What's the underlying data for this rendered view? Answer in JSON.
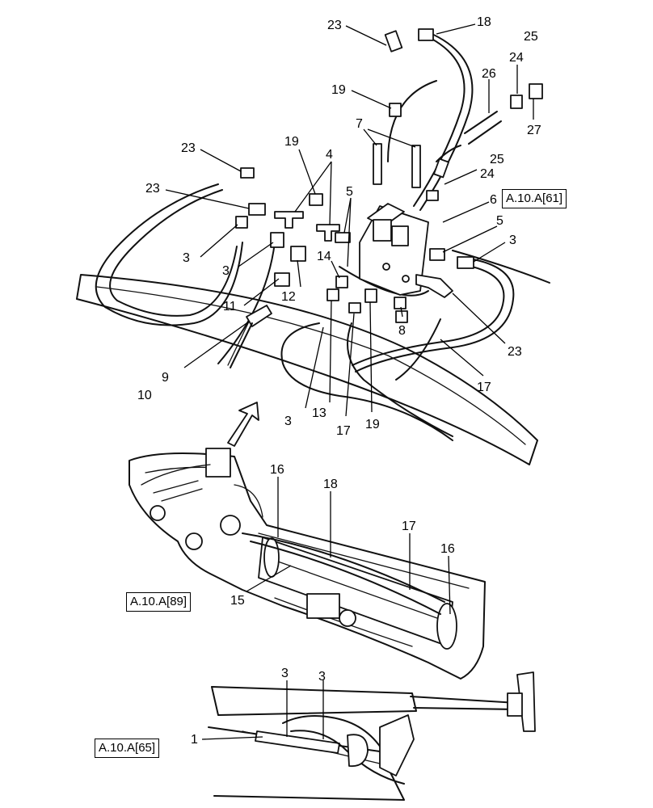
{
  "callouts": [
    {
      "id": "c23a",
      "text": "23"
    },
    {
      "id": "c18a",
      "text": "18"
    },
    {
      "id": "c25a",
      "text": "25"
    },
    {
      "id": "c24a",
      "text": "24"
    },
    {
      "id": "c26",
      "text": "26"
    },
    {
      "id": "c27",
      "text": "27"
    },
    {
      "id": "c19a",
      "text": "19"
    },
    {
      "id": "c7",
      "text": "7"
    },
    {
      "id": "c25b",
      "text": "25"
    },
    {
      "id": "c24b",
      "text": "24"
    },
    {
      "id": "c23b",
      "text": "23"
    },
    {
      "id": "c19b",
      "text": "19"
    },
    {
      "id": "c4",
      "text": "4"
    },
    {
      "id": "c23c",
      "text": "23"
    },
    {
      "id": "c5a",
      "text": "5"
    },
    {
      "id": "c6",
      "text": "6"
    },
    {
      "id": "c5b",
      "text": "5"
    },
    {
      "id": "c3a",
      "text": "3"
    },
    {
      "id": "c3b",
      "text": "3"
    },
    {
      "id": "c3c",
      "text": "3"
    },
    {
      "id": "c14",
      "text": "14"
    },
    {
      "id": "c11",
      "text": "11"
    },
    {
      "id": "c12",
      "text": "12"
    },
    {
      "id": "c8",
      "text": "8"
    },
    {
      "id": "c23d",
      "text": "23"
    },
    {
      "id": "c9",
      "text": "9"
    },
    {
      "id": "c10",
      "text": "10"
    },
    {
      "id": "c17a",
      "text": "17"
    },
    {
      "id": "c3d",
      "text": "3"
    },
    {
      "id": "c13",
      "text": "13"
    },
    {
      "id": "c17b",
      "text": "17"
    },
    {
      "id": "c19c",
      "text": "19"
    },
    {
      "id": "c16a",
      "text": "16"
    },
    {
      "id": "c18b",
      "text": "18"
    },
    {
      "id": "c17c",
      "text": "17"
    },
    {
      "id": "c16b",
      "text": "16"
    },
    {
      "id": "c15",
      "text": "15"
    },
    {
      "id": "c3e",
      "text": "3"
    },
    {
      "id": "c3f",
      "text": "3"
    },
    {
      "id": "c1",
      "text": "1"
    }
  ],
  "references": {
    "ref61": "A.10.A[61]",
    "ref89": "A.10.A[89]",
    "ref65": "A.10.A[65]"
  }
}
